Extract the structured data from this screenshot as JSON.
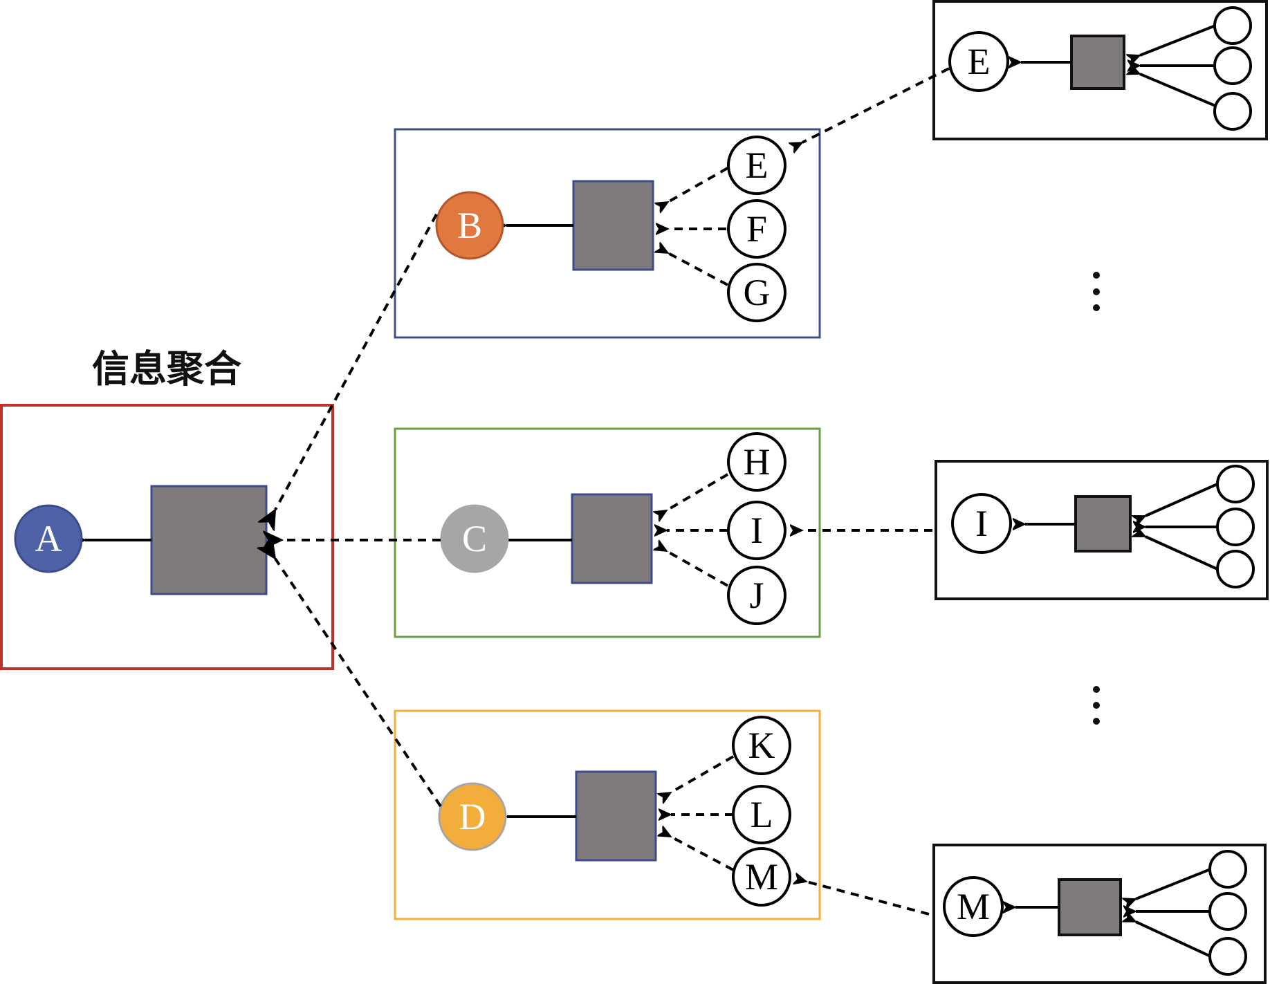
{
  "title": "信息聚合",
  "colors": {
    "box_A": "#c0312b",
    "box_B": "#3e4f8a",
    "box_C": "#6aa043",
    "box_D": "#f0b234",
    "box_right": "#111111",
    "aggregator": "#7f7a7b",
    "aggregator_border": "#3b4b8c",
    "node_A": "#4f62a8",
    "node_B": "#e07840",
    "node_C": "#a8a5a6",
    "node_D": "#f2ad3b"
  },
  "nodes": {
    "A": "A",
    "B": "B",
    "C": "C",
    "D": "D",
    "E": "E",
    "F": "F",
    "G": "G",
    "H": "H",
    "I": "I",
    "J": "J",
    "K": "K",
    "L": "L",
    "M": "M",
    "right_E": "E",
    "right_I": "I",
    "right_M": "M"
  },
  "ellipsis": "⋮"
}
